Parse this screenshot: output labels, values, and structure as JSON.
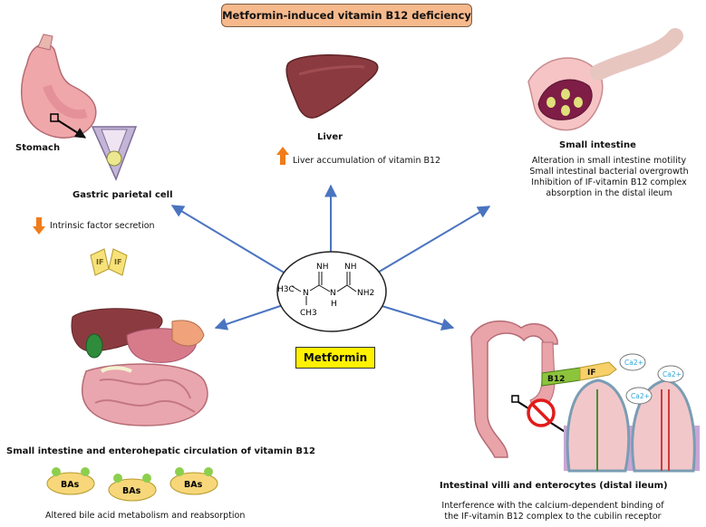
{
  "title": "Metformin-induced vitamin B12 deficiency",
  "center": {
    "label": "Metformin"
  },
  "molecule": {
    "nh_top_left": "NH",
    "nh_top_right": "NH",
    "h3c": "H3C",
    "n": "N",
    "h": "H",
    "nh2": "NH2",
    "ch3": "CH3"
  },
  "stomach": {
    "organ_label": "Stomach",
    "cell_label": "Gastric parietal cell",
    "effect": "Intrinsic factor secretion",
    "if_label": "IF"
  },
  "liver": {
    "label": "Liver",
    "effect": "Liver accumulation of vitamin B12"
  },
  "small_intestine": {
    "label": "Small intestine",
    "effects": [
      "Alteration in small intestine motility",
      "Small intestinal bacterial overgrowth",
      "Inhibition of IF-vitamin B12 complex",
      "absorption in the distal ileum"
    ]
  },
  "enterohepatic": {
    "label": "Small intestine and enterohepatic circulation of vitamin B12",
    "bas_label": "BAs",
    "effect": "Altered bile acid metabolism and reabsorption"
  },
  "villi": {
    "label": "Intestinal villi and enterocytes (distal ileum)",
    "effects": [
      "Interference with the calcium-dependent binding of",
      "the IF-vitamin B12 complex to the cubilin receptor"
    ],
    "b12_label": "B12",
    "if_label": "IF",
    "calcium_label": "Ca2+"
  },
  "colors": {
    "arrow": "#4a74c0",
    "up_down_arrow": "#f07c1a",
    "title_bg": "#f6b98c",
    "metformin_bg": "#fff200",
    "bas_fill": "#f7d77a",
    "bas_dot": "#8ccf4d"
  }
}
